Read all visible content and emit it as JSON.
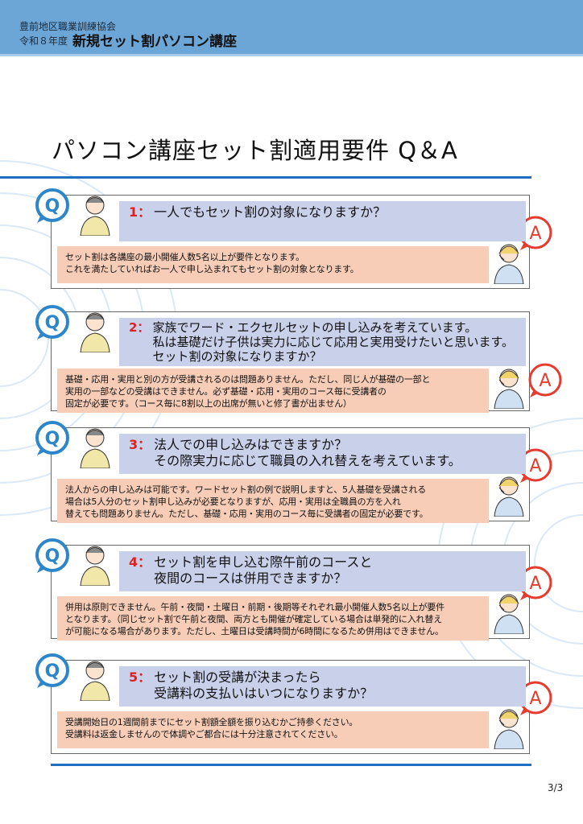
{
  "header": {
    "organization": "豊前地区職業訓練協会",
    "year": "令和８年度",
    "course": "新規セット割パソコン講座"
  },
  "title": "パソコン講座セット割適用要件 Q＆A",
  "colors": {
    "header": "#6ca6d6",
    "rule": "#1e6fc1",
    "question_band": "#c8d0ea",
    "answer_band": "#f7cdb8",
    "number": "#e02020"
  },
  "qa": [
    {
      "num": "1：",
      "question": "一人でもセット割の対象になりますか？",
      "answer": "セット割は各講座の最小開催人数5名以上が要件となります。\nこれを満たしていればお一人で申し込まれてもセット割の対象となります。"
    },
    {
      "num": "2：",
      "question": "家族でワード・エクセルセットの申し込みを考えています。\n私は基礎だけ子供は実力に応じて応用と実用受けたいと思います。\nセット割の対象になりますか？",
      "answer": "基礎・応用・実用と別の方が受講されるのは問題ありません。ただし、同じ人が基礎の一部と\n実用の一部などの受講はできません。必ず基礎・応用・実用のコース毎に受講者の\n固定が必要です。（コース毎に8割以上の出席が無いと修了書が出ません）"
    },
    {
      "num": "3：",
      "question": "法人での申し込みはできますか？\nその際実力に応じて職員の入れ替えを考えています。",
      "answer": "法人からの申し込みは可能です。ワードセット割の例で説明しますと、5人基礎を受講される\n場合は5人分のセット割申し込みが必要となりますが、応用・実用は全職員の方を入れ\n替えても問題ありません。ただし、基礎・応用・実用のコース毎に受講者の固定が必要です。"
    },
    {
      "num": "4：",
      "question": "セット割を申し込む際午前のコースと\n夜間のコースは併用できますか？",
      "answer": "併用は原則できません。午前・夜間・土曜日・前期・後期等それぞれ最小開催人数5名以上が要件\nとなります。（同じセット割で午前と夜間、両方とも開催が確定している場合は単発的に入れ替え\nが可能になる場合があります。ただし、土曜日は受講時間が6時間になるため併用はできません。"
    },
    {
      "num": "5：",
      "question": "セット割の受講が決まったら\n受講料の支払いはいつになりますか？",
      "answer": "受講開始日の1週間前までにセット割額全額を振り込むかご持参ください。\n受講料は返金しませんので体調やご都合には十分注意されてください。"
    }
  ],
  "bubbles": {
    "q": "Q",
    "a": "A"
  },
  "page": "3/3"
}
